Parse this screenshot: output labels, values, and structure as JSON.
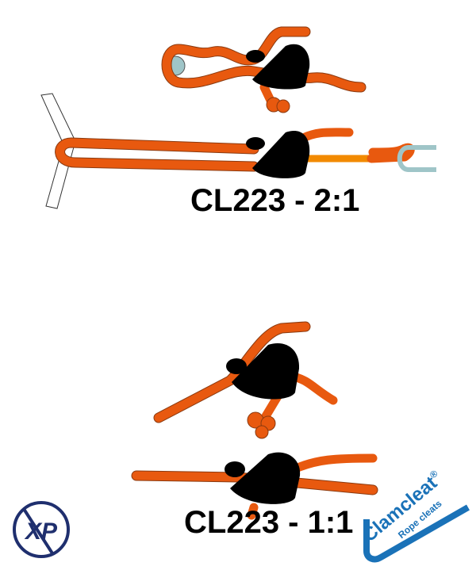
{
  "diagrams": [
    {
      "label": "CL223 - 2:1"
    },
    {
      "label": "CL223 - 1:1"
    }
  ],
  "brand": {
    "name": "Clamcleat",
    "registered": "®",
    "tagline": "Rope cleats",
    "xp_logo": "XP"
  },
  "colors": {
    "rope": "#e8590f",
    "cleat": "#000000",
    "ring": "#9fc5c8",
    "brand_blue": "#1a72b8",
    "xp_navy": "#1f2f6e"
  }
}
